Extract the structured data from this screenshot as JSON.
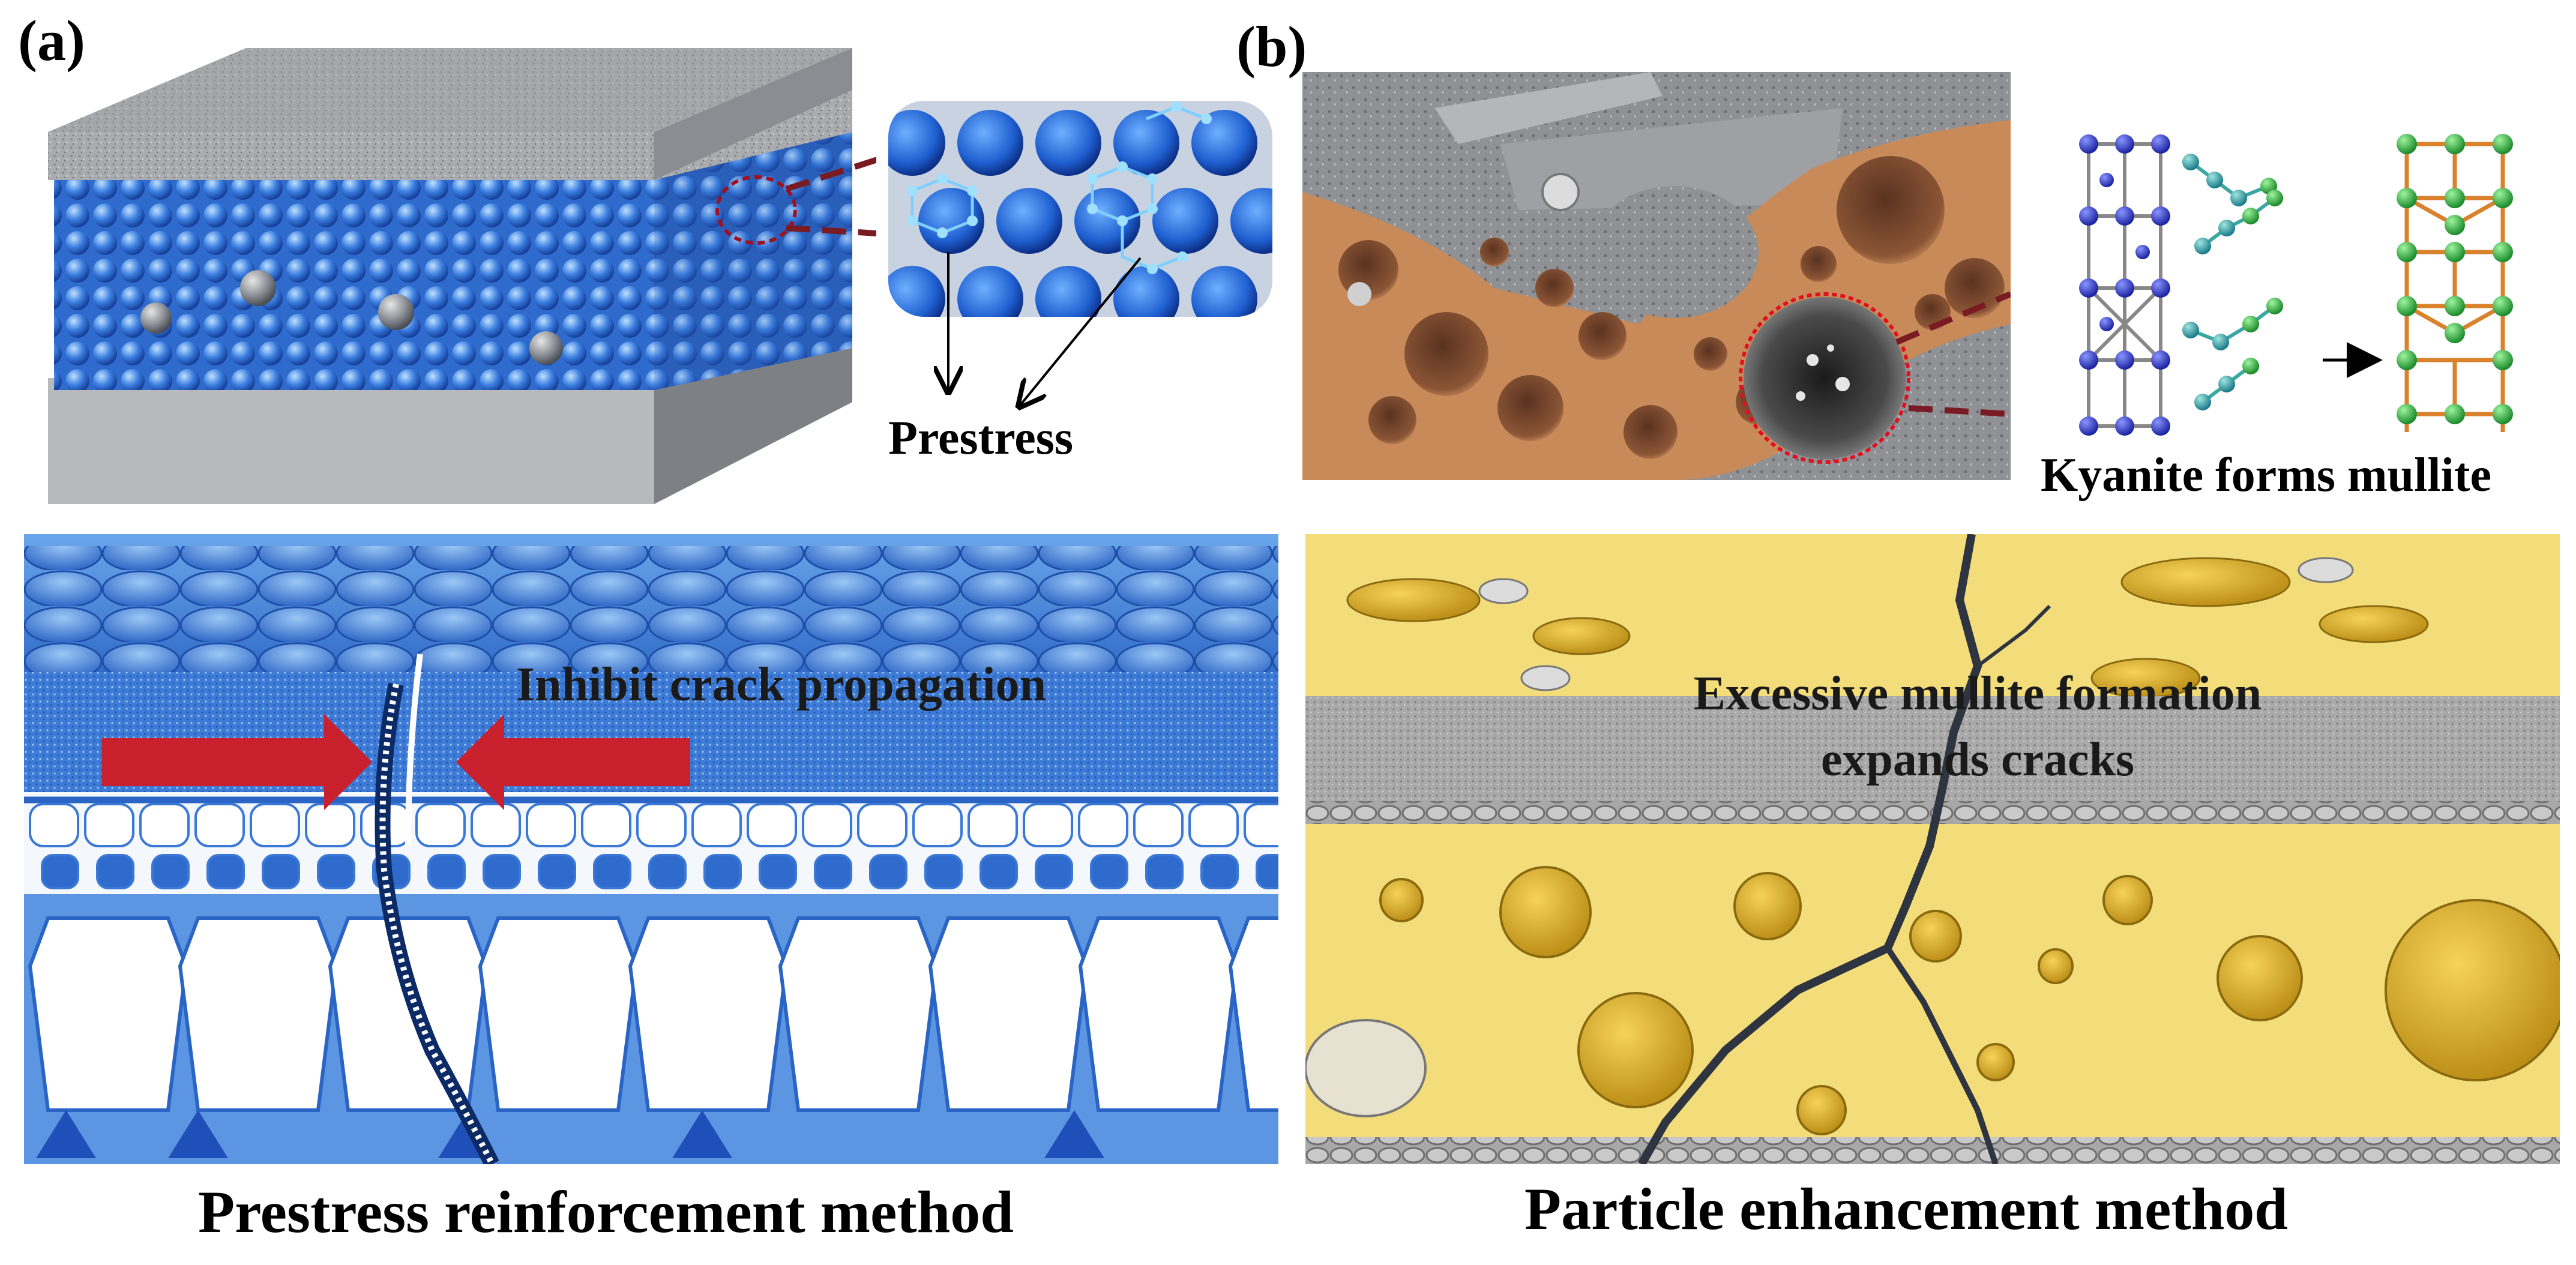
{
  "panel_a": {
    "label": "(a)",
    "inset_caption": "Prestress",
    "overlay_text": "Inhibit crack propagation",
    "caption": "Prestress reinforcement method"
  },
  "panel_b": {
    "label": "(b)",
    "inset_caption": "Kyanite forms mullite",
    "overlay_text_line1": "Excessive mullite formation",
    "overlay_text_line2": "expands cracks",
    "caption": "Particle enhancement method"
  },
  "colors": {
    "blue_dark": "#1f4fb8",
    "blue_mid": "#3b7ee0",
    "blue_light": "#7fb2ee",
    "arrow_red": "#c8202d",
    "sand_yellow": "#f3dc7a",
    "pore_gold": "#e0b32a",
    "concrete_gray": "#9a9a9a",
    "clay_orange": "#c98a5a",
    "crystal_blue": "#2a33b8",
    "crystal_green": "#2aa83a",
    "bond_orange": "#d9822b"
  }
}
